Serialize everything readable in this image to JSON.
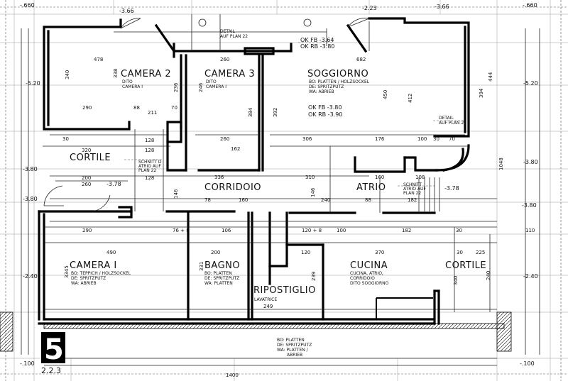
{
  "rooms": {
    "camera2": "CAMERA 2",
    "camera3": "CAMERA 3",
    "soggiorno": "SOGGIORNO",
    "cortile_top": "CORTILE",
    "corridoio": "CORRIDOIO",
    "atrio": "ATRIO",
    "camera1": "CAMERA I",
    "bagno": "BAGNO",
    "ripostiglio": "RIPOSTIGLIO",
    "cucina": "CUCINA",
    "cortile_bottom": "CORTILE"
  },
  "notes": {
    "camera2": [
      "DITO",
      "CAMERA I"
    ],
    "camera3": [
      "DITO",
      "CAMERA I"
    ],
    "soggiorno": [
      "BO: PLATTEN / HOLZSOCKEL",
      "DE: SPRITZPUTZ",
      "WA: ABRIEB"
    ],
    "camera1": [
      "BO: TEPPICH / HOLZSOCKEL",
      "DE: SPRITZPUTZ",
      "WA: ABRIEB"
    ],
    "bagno": [
      "BO: PLATTEN",
      "DE: SPRITZPUTZ",
      "WA: PLATTEN"
    ],
    "cucina": [
      "CUCINA, ATRIO,",
      "CORRIDOIO",
      "DITO SOGGIORNO"
    ],
    "ripostiglio": "LAVATRICE",
    "bottom": [
      "BO: PLATTEN",
      "DE: SPRITZPUTZ",
      "WA: PLATTEN /",
      "ABRIEB"
    ],
    "detail_top": [
      "DETAIL",
      "AUF PLAN 22"
    ],
    "detail_right": [
      "DETAIL",
      "AUF PLAN 22"
    ],
    "schnitt_left": [
      "SCHNITT D",
      "ATRIO AUF",
      "PLAN 22"
    ],
    "schnitt_right": [
      "SCHNITT",
      "ATRIO AUF",
      "PLAN 22"
    ]
  },
  "levels": {
    "okfb_top": "OK FB -3.64",
    "okrb_top": "OK RB -3.80",
    "okfb_mid": "OK FB -3.80",
    "okrb_mid": "OK RB -3.90",
    "tl": "-3.66",
    "tr": "-3.66",
    "tr2": "-2.23",
    "far_tl": "-.660",
    "far_tr": "-.660",
    "left1": "-5.20",
    "right1": "-5.20",
    "left2": "-3.80",
    "right2": "-3.80",
    "left3": "-3.80",
    "right3": "-3.80",
    "left4": "-2.40",
    "right4": "-2.40",
    "bl": "-.100",
    "br": "-.100",
    "cortile_lvl": "-3.78",
    "atrio_lvl": "-3.78"
  },
  "dims": {
    "d478": "478",
    "d290a": "290",
    "d340": "340",
    "d338": "338",
    "d236": "236",
    "d246": "246",
    "d260a": "260",
    "d682": "682",
    "d384": "384",
    "d392": "392",
    "d450": "450",
    "d412": "412",
    "d394": "394",
    "d444": "444",
    "d30a": "30",
    "d30b": "30",
    "d30c": "30",
    "d30d": "30",
    "d320": "320",
    "d200": "200",
    "d260b": "260",
    "d128a": "128",
    "d128b": "128",
    "d128c": "128",
    "d70a": "70",
    "d88a": "88",
    "d211": "211",
    "d260c": "260",
    "d162": "162",
    "d306": "306",
    "d176": "176",
    "d100a": "100",
    "d336": "336",
    "d310": "310",
    "d160": "160",
    "d108": "108",
    "d70b": "70",
    "d1048": "1048",
    "d146a": "146",
    "d146b": "146",
    "d78a": "78",
    "d160b": "160",
    "d240a": "240",
    "d88b": "88",
    "d182a": "182",
    "d290b": "290",
    "d490": "490",
    "d3345": "3345",
    "d106": "106",
    "d200b": "200",
    "d331": "331",
    "d120": "120",
    "d100b": "100",
    "d182b": "182",
    "d370": "370",
    "d239": "239",
    "d249": "249",
    "d340b": "340",
    "d240b": "240",
    "d110": "110",
    "d225": "225",
    "d1400": "1400",
    "d76": "76 + 8",
    "d120b": "120 + 8"
  },
  "plate": {
    "number": "5",
    "code": "2.2.3"
  }
}
